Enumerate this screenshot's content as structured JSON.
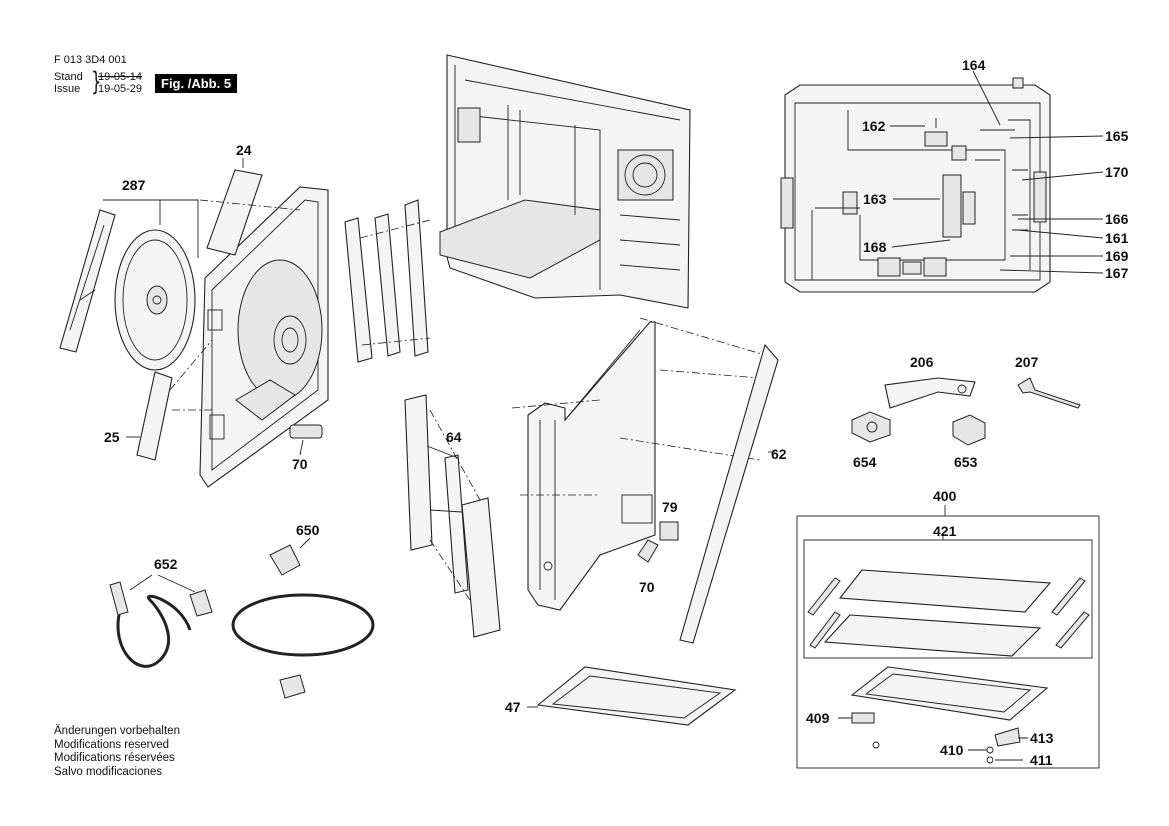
{
  "header": {
    "doc_number": "F 013 3D4 001",
    "stand_label": "Stand",
    "issue_label": "Issue",
    "stand_date_old": "19-05-14",
    "issue_date": "19-05-29",
    "figure_label": "Fig. /Abb. 5"
  },
  "notes": [
    "Änderungen vorbehalten",
    "Modifications reserved",
    "Modifications réservées",
    "Salvo modificaciones"
  ],
  "parts": {
    "p164": "164",
    "p162": "162",
    "p165": "165",
    "p170": "170",
    "p163": "163",
    "p166": "166",
    "p161": "161",
    "p168": "168",
    "p169": "169",
    "p167": "167",
    "p24": "24",
    "p287": "287",
    "p25": "25",
    "p70a": "70",
    "p64": "64",
    "p62": "62",
    "p79": "79",
    "p70b": "70",
    "p206": "206",
    "p207": "207",
    "p654": "654",
    "p653": "653",
    "p400": "400",
    "p421": "421",
    "p650": "650",
    "p652": "652",
    "p47": "47",
    "p409": "409",
    "p413": "413",
    "p410": "410",
    "p411": "411"
  }
}
